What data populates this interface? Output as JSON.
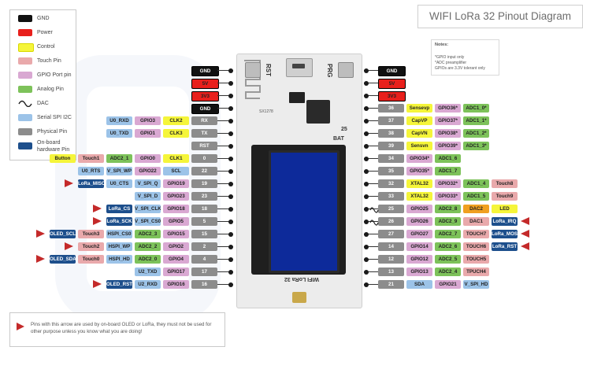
{
  "title": "WIFI LoRa 32 Pinout Diagram",
  "legend": [
    {
      "label": "GND",
      "color": "#111111"
    },
    {
      "label": "Power",
      "color": "#e8201c"
    },
    {
      "label": "Control",
      "color": "#f5f53a"
    },
    {
      "label": "Touch Pin",
      "color": "#e9a9ab"
    },
    {
      "label": "GPIO Port pin",
      "color": "#d9a8d2"
    },
    {
      "label": "Analog Pin",
      "color": "#7dc25a"
    },
    {
      "label": "DAC",
      "color": "",
      "icon": "dac-wave-icon"
    },
    {
      "label": "Serial SPI I2C",
      "color": "#9cc3e8"
    },
    {
      "label": "Physical Pin",
      "color": "#8c8c8c"
    },
    {
      "label": "On-board hardware Pin",
      "color": "#1d4f8c"
    }
  ],
  "notes": {
    "heading": "Notes:",
    "lines": [
      "*GPIO input only",
      "*ADC preamplifier",
      "GPIOs are  3.3V tolerant only"
    ]
  },
  "board": {
    "rst": "RST",
    "prg": "PRG",
    "model": "WIFI LoRa 32",
    "bat": "BAT",
    "top_left": "SX1278",
    "p25": "25"
  },
  "footer": "Pins with this arrow are used by on-board OLED or LoRa, they must not be used for other purpose unless you know what you are doing!",
  "colors": {
    "gnd": "#111111",
    "power": "#e8201c",
    "control": "#f5f53a",
    "touch": "#e9a9ab",
    "gpio": "#d9a8d2",
    "analog": "#7dc25a",
    "serial": "#9cc3e8",
    "physical": "#8c8c8c",
    "onboard": "#1d4f8c",
    "dac": "#f0a020",
    "arrow": "#c42a2a"
  },
  "left_pins": [
    {
      "labels": [
        {
          "t": "GND",
          "c": "gnd"
        }
      ]
    },
    {
      "labels": [
        {
          "t": "5V",
          "c": "power"
        }
      ]
    },
    {
      "labels": [
        {
          "t": "3V3",
          "c": "power"
        }
      ]
    },
    {
      "labels": [
        {
          "t": "GND",
          "c": "gnd"
        }
      ]
    },
    {
      "labels": [
        {
          "t": "U0_RXD",
          "c": "serial"
        },
        {
          "t": "GPIO3",
          "c": "gpio"
        },
        {
          "t": "CLK2",
          "c": "control"
        },
        {
          "t": "RX",
          "c": "physical"
        }
      ]
    },
    {
      "labels": [
        {
          "t": "U0_TXD",
          "c": "serial"
        },
        {
          "t": "GPIO1",
          "c": "gpio"
        },
        {
          "t": "CLK3",
          "c": "control"
        },
        {
          "t": "TX",
          "c": "physical"
        }
      ]
    },
    {
      "labels": [
        {
          "t": "RST",
          "c": "physical"
        }
      ]
    },
    {
      "labels": [
        {
          "t": "Button",
          "c": "control"
        },
        {
          "t": "Touch1",
          "c": "touch"
        },
        {
          "t": "ADC2_1",
          "c": "analog"
        },
        {
          "t": "GPIO0",
          "c": "gpio"
        },
        {
          "t": "CLK1",
          "c": "control"
        },
        {
          "t": "0",
          "c": "physical"
        }
      ]
    },
    {
      "labels": [
        {
          "t": "U0_RTS",
          "c": "serial"
        },
        {
          "t": "V_SPI_WP",
          "c": "serial"
        },
        {
          "t": "GPIO22",
          "c": "gpio"
        },
        {
          "t": "SCL",
          "c": "serial"
        },
        {
          "t": "22",
          "c": "physical"
        }
      ]
    },
    {
      "arrow": true,
      "labels": [
        {
          "t": "LoRa_MISO",
          "c": "onboard"
        },
        {
          "t": "U0_CTS",
          "c": "serial"
        },
        {
          "t": "V_SPI_Q",
          "c": "serial"
        },
        {
          "t": "GPIO19",
          "c": "gpio"
        },
        {
          "t": "19",
          "c": "physical"
        }
      ]
    },
    {
      "labels": [
        {
          "t": "V_SPI_D",
          "c": "serial"
        },
        {
          "t": "GPIO23",
          "c": "gpio"
        },
        {
          "t": "23",
          "c": "physical"
        }
      ]
    },
    {
      "arrow": true,
      "labels": [
        {
          "t": "LoRa_CS",
          "c": "onboard"
        },
        {
          "t": "V_SPI_CLK",
          "c": "serial"
        },
        {
          "t": "GPIO18",
          "c": "gpio"
        },
        {
          "t": "18",
          "c": "physical"
        }
      ]
    },
    {
      "arrow": true,
      "labels": [
        {
          "t": "LoRa_SCK",
          "c": "onboard"
        },
        {
          "t": "V_SPI_CS0",
          "c": "serial"
        },
        {
          "t": "GPIO5",
          "c": "gpio"
        },
        {
          "t": "5",
          "c": "physical"
        }
      ]
    },
    {
      "arrow": true,
      "labels": [
        {
          "t": "OLED_SCL",
          "c": "onboard"
        },
        {
          "t": "Touch3",
          "c": "touch"
        },
        {
          "t": "HSPI_CS0",
          "c": "serial"
        },
        {
          "t": "ADC2_3",
          "c": "analog"
        },
        {
          "t": "GPIO15",
          "c": "gpio"
        },
        {
          "t": "15",
          "c": "physical"
        }
      ]
    },
    {
      "arrow": true,
      "labels": [
        {
          "t": "Touch2",
          "c": "touch"
        },
        {
          "t": "HSPI_WP",
          "c": "serial"
        },
        {
          "t": "ADC2_2",
          "c": "analog"
        },
        {
          "t": "GPIO2",
          "c": "gpio"
        },
        {
          "t": "2",
          "c": "physical"
        }
      ]
    },
    {
      "arrow": true,
      "labels": [
        {
          "t": "OLED_SDA",
          "c": "onboard"
        },
        {
          "t": "Touch0",
          "c": "touch"
        },
        {
          "t": "HSPI_HD",
          "c": "serial"
        },
        {
          "t": "ADC2_0",
          "c": "analog"
        },
        {
          "t": "GPIO4",
          "c": "gpio"
        },
        {
          "t": "4",
          "c": "physical"
        }
      ]
    },
    {
      "labels": [
        {
          "t": "U2_TXD",
          "c": "serial"
        },
        {
          "t": "GPIO17",
          "c": "gpio"
        },
        {
          "t": "17",
          "c": "physical"
        }
      ]
    },
    {
      "arrow": true,
      "labels": [
        {
          "t": "OLED_RST",
          "c": "onboard"
        },
        {
          "t": "U2_RXD",
          "c": "serial"
        },
        {
          "t": "GPIO16",
          "c": "gpio"
        },
        {
          "t": "16",
          "c": "physical"
        }
      ]
    }
  ],
  "right_pins": [
    {
      "labels": [
        {
          "t": "GND",
          "c": "gnd"
        }
      ]
    },
    {
      "labels": [
        {
          "t": "5V",
          "c": "power"
        }
      ]
    },
    {
      "labels": [
        {
          "t": "3V3",
          "c": "power"
        }
      ]
    },
    {
      "labels": [
        {
          "t": "36",
          "c": "physical"
        },
        {
          "t": "Sensevp",
          "c": "control"
        },
        {
          "t": "GPIO36*",
          "c": "gpio"
        },
        {
          "t": "ADC1_0*",
          "c": "analog"
        }
      ]
    },
    {
      "labels": [
        {
          "t": "37",
          "c": "physical"
        },
        {
          "t": "CapVP",
          "c": "control"
        },
        {
          "t": "GPIO37*",
          "c": "gpio"
        },
        {
          "t": "ADC1_1*",
          "c": "analog"
        }
      ]
    },
    {
      "labels": [
        {
          "t": "38",
          "c": "physical"
        },
        {
          "t": "CapVN",
          "c": "control"
        },
        {
          "t": "GPIO38*",
          "c": "gpio"
        },
        {
          "t": "ADC1_2*",
          "c": "analog"
        }
      ]
    },
    {
      "labels": [
        {
          "t": "39",
          "c": "physical"
        },
        {
          "t": "Sensvn",
          "c": "control"
        },
        {
          "t": "GPIO39*",
          "c": "gpio"
        },
        {
          "t": "ADC1_3*",
          "c": "analog"
        }
      ]
    },
    {
      "labels": [
        {
          "t": "34",
          "c": "physical"
        },
        {
          "t": "GPIO34*",
          "c": "gpio"
        },
        {
          "t": "ADC1_6",
          "c": "analog"
        }
      ]
    },
    {
      "labels": [
        {
          "t": "35",
          "c": "physical"
        },
        {
          "t": "GPIO35*",
          "c": "gpio"
        },
        {
          "t": "ADC1_7",
          "c": "analog"
        }
      ]
    },
    {
      "labels": [
        {
          "t": "32",
          "c": "physical"
        },
        {
          "t": "XTAL32",
          "c": "control"
        },
        {
          "t": "GPIO32*",
          "c": "gpio"
        },
        {
          "t": "ADC1_4",
          "c": "analog"
        },
        {
          "t": "Touch8",
          "c": "touch"
        }
      ]
    },
    {
      "labels": [
        {
          "t": "33",
          "c": "physical"
        },
        {
          "t": "XTAL32",
          "c": "control"
        },
        {
          "t": "GPIO33*",
          "c": "gpio"
        },
        {
          "t": "ADC1_5",
          "c": "analog"
        },
        {
          "t": "Touch9",
          "c": "touch"
        }
      ]
    },
    {
      "dac": true,
      "labels": [
        {
          "t": "25",
          "c": "physical"
        },
        {
          "t": "GPIO25",
          "c": "gpio"
        },
        {
          "t": "ADC2_8",
          "c": "analog"
        },
        {
          "t": "DAC2",
          "c": "dac"
        },
        {
          "t": "LED",
          "c": "control"
        }
      ]
    },
    {
      "dac": true,
      "arrow": true,
      "labels": [
        {
          "t": "26",
          "c": "physical"
        },
        {
          "t": "GPIO26",
          "c": "gpio"
        },
        {
          "t": "ADC2_9",
          "c": "analog"
        },
        {
          "t": "DAC1",
          "c": "touch"
        },
        {
          "t": "LoRa_IRQ",
          "c": "onboard"
        }
      ]
    },
    {
      "arrow": true,
      "labels": [
        {
          "t": "27",
          "c": "physical"
        },
        {
          "t": "GPIO27",
          "c": "gpio"
        },
        {
          "t": "ADC2_7",
          "c": "analog"
        },
        {
          "t": "TOUCH7",
          "c": "touch"
        },
        {
          "t": "LoRa_MOSI",
          "c": "onboard"
        }
      ]
    },
    {
      "arrow": true,
      "labels": [
        {
          "t": "14",
          "c": "physical"
        },
        {
          "t": "GPIO14",
          "c": "gpio"
        },
        {
          "t": "ADC2_6",
          "c": "analog"
        },
        {
          "t": "TOUCH6",
          "c": "touch"
        },
        {
          "t": "LoRa_RST",
          "c": "onboard"
        }
      ]
    },
    {
      "labels": [
        {
          "t": "12",
          "c": "physical"
        },
        {
          "t": "GPIO12",
          "c": "gpio"
        },
        {
          "t": "ADC2_5",
          "c": "analog"
        },
        {
          "t": "TOUCH5",
          "c": "touch"
        }
      ]
    },
    {
      "labels": [
        {
          "t": "13",
          "c": "physical"
        },
        {
          "t": "GPIO13",
          "c": "gpio"
        },
        {
          "t": "ADC2_4",
          "c": "analog"
        },
        {
          "t": "TPUCH4",
          "c": "touch"
        }
      ]
    },
    {
      "labels": [
        {
          "t": "21",
          "c": "physical"
        },
        {
          "t": "SDA",
          "c": "serial"
        },
        {
          "t": "GPIO21",
          "c": "gpio"
        },
        {
          "t": "V_SPI_HD",
          "c": "serial"
        }
      ]
    }
  ]
}
